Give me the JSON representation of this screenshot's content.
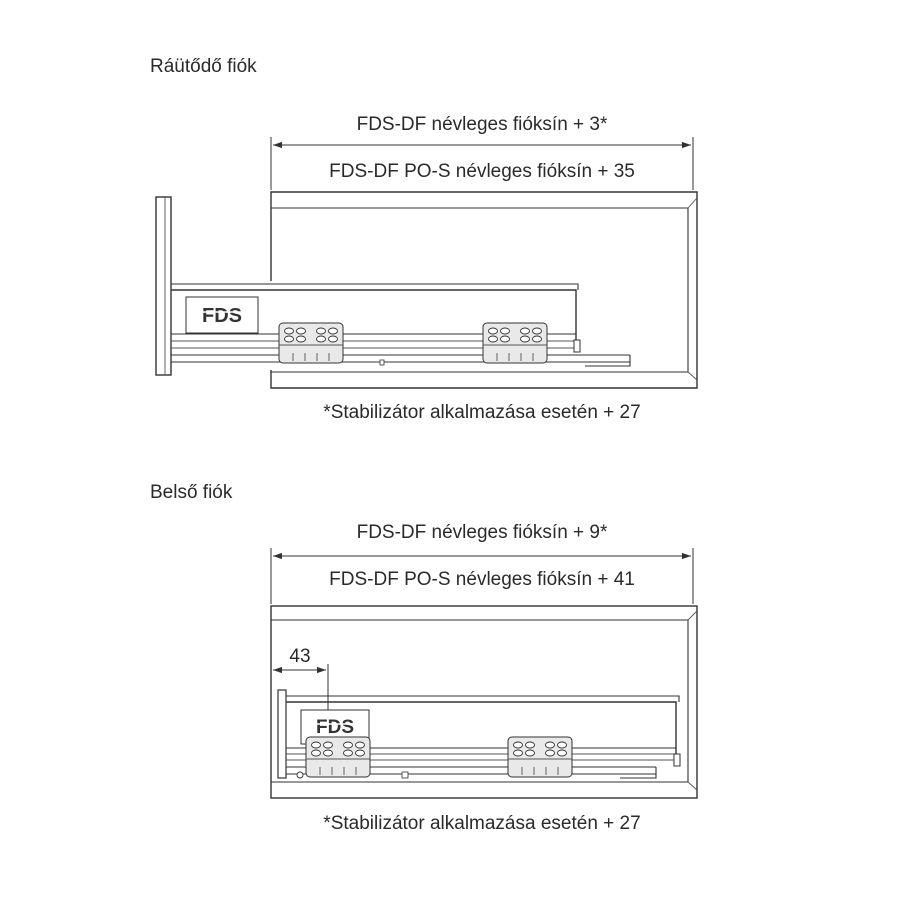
{
  "figures": [
    {
      "title": "Ráütődő fiók",
      "dim_outer": "FDS-DF névleges fióksín + 3*",
      "dim_inner": "FDS-DF PO-S névleges fióksín + 35",
      "footnote": "*Stabilizátor alkalmazása esetén + 27",
      "logo": "FDS"
    },
    {
      "title": "Belső fiók",
      "dim_outer": "FDS-DF névleges fióksín + 9*",
      "dim_inner": "FDS-DF PO-S névleges fióksín + 41",
      "offset_dim": "43",
      "footnote": "*Stabilizátor alkalmazása esetén + 27",
      "logo": "FDS"
    }
  ]
}
